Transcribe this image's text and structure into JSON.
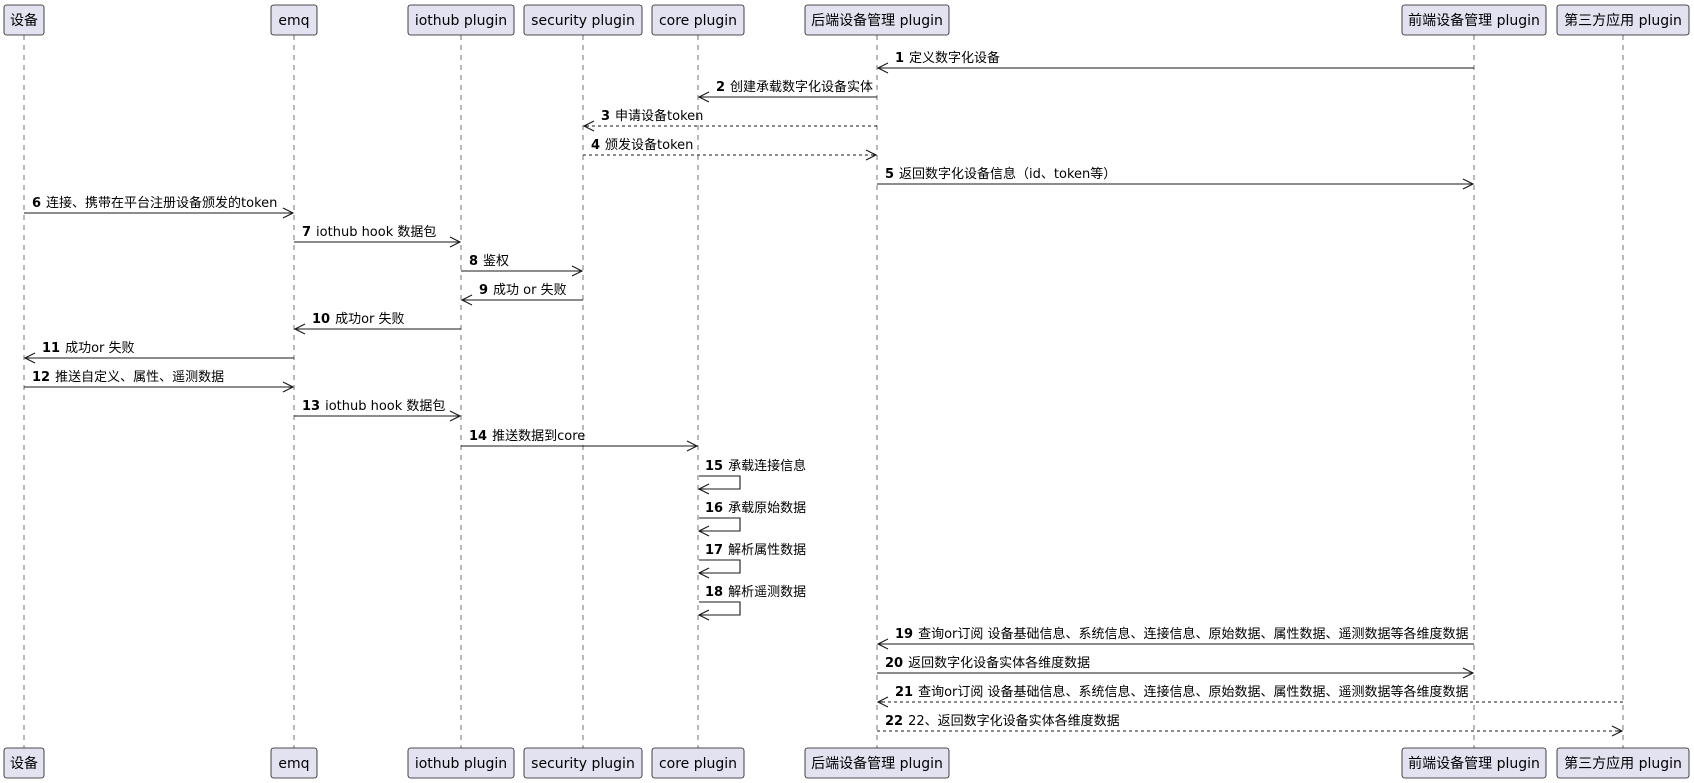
{
  "diagram": {
    "type": "sequence",
    "participants": [
      {
        "id": "device",
        "name": "设备"
      },
      {
        "id": "emq",
        "name": "emq"
      },
      {
        "id": "iothub",
        "name": "iothub plugin"
      },
      {
        "id": "security",
        "name": "security plugin"
      },
      {
        "id": "core",
        "name": "core plugin"
      },
      {
        "id": "backend",
        "name": "后端设备管理 plugin"
      },
      {
        "id": "frontend",
        "name": "前端设备管理 plugin"
      },
      {
        "id": "thirdparty",
        "name": "第三方应用 plugin"
      }
    ],
    "messages": [
      {
        "num": "1",
        "from": "frontend",
        "to": "backend",
        "style": "solid",
        "text": "定义数字化设备"
      },
      {
        "num": "2",
        "from": "backend",
        "to": "core",
        "style": "solid",
        "text": "创建承载数字化设备实体"
      },
      {
        "num": "3",
        "from": "backend",
        "to": "security",
        "style": "dashed",
        "text": "申请设备token"
      },
      {
        "num": "4",
        "from": "security",
        "to": "backend",
        "style": "dashed",
        "text": "颁发设备token"
      },
      {
        "num": "5",
        "from": "backend",
        "to": "frontend",
        "style": "solid",
        "text": "返回数字化设备信息（id、token等）"
      },
      {
        "num": "6",
        "from": "device",
        "to": "emq",
        "style": "solid",
        "text": "连接、携带在平台注册设备颁发的token"
      },
      {
        "num": "7",
        "from": "emq",
        "to": "iothub",
        "style": "solid",
        "text": "iothub hook 数据包"
      },
      {
        "num": "8",
        "from": "iothub",
        "to": "security",
        "style": "solid",
        "text": "鉴权"
      },
      {
        "num": "9",
        "from": "security",
        "to": "iothub",
        "style": "solid",
        "text": "成功 or  失败"
      },
      {
        "num": "10",
        "from": "iothub",
        "to": "emq",
        "style": "solid",
        "text": "成功or 失败"
      },
      {
        "num": "11",
        "from": "emq",
        "to": "device",
        "style": "solid",
        "text": "成功or 失败"
      },
      {
        "num": "12",
        "from": "device",
        "to": "emq",
        "style": "solid",
        "text": "推送自定义、属性、遥测数据"
      },
      {
        "num": "13",
        "from": "emq",
        "to": "iothub",
        "style": "solid",
        "text": "iothub hook 数据包"
      },
      {
        "num": "14",
        "from": "iothub",
        "to": "core",
        "style": "solid",
        "text": "推送数据到core"
      },
      {
        "num": "15",
        "from": "core",
        "to": "core",
        "style": "solid",
        "text": "承载连接信息"
      },
      {
        "num": "16",
        "from": "core",
        "to": "core",
        "style": "solid",
        "text": "承载原始数据"
      },
      {
        "num": "17",
        "from": "core",
        "to": "core",
        "style": "solid",
        "text": "解析属性数据"
      },
      {
        "num": "18",
        "from": "core",
        "to": "core",
        "style": "solid",
        "text": "解析遥测数据"
      },
      {
        "num": "19",
        "from": "frontend",
        "to": "backend",
        "style": "solid",
        "text": "查询or订阅 设备基础信息、系统信息、连接信息、原始数据、属性数据、遥测数据等各维度数据"
      },
      {
        "num": "20",
        "from": "backend",
        "to": "frontend",
        "style": "solid",
        "text": "返回数字化设备实体各维度数据"
      },
      {
        "num": "21",
        "from": "thirdparty",
        "to": "backend",
        "style": "dashed",
        "text": "查询or订阅 设备基础信息、系统信息、连接信息、原始数据、属性数据、遥测数据等各维度数据"
      },
      {
        "num": "22",
        "from": "backend",
        "to": "thirdparty",
        "style": "dashed",
        "text": "22、返回数字化设备实体各维度数据"
      }
    ]
  }
}
